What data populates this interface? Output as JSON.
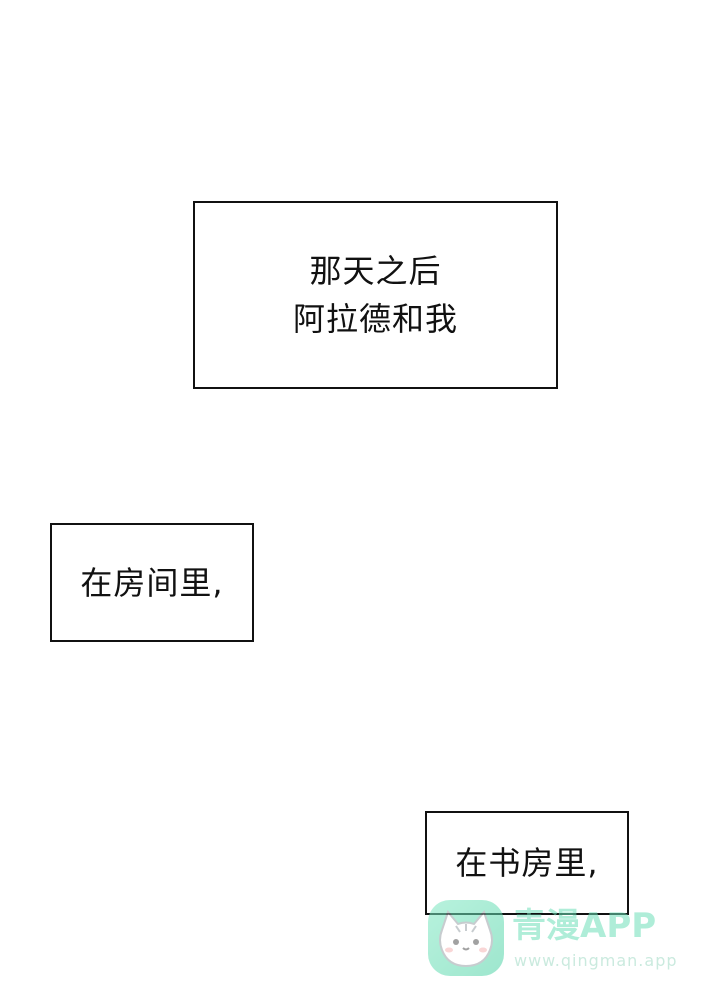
{
  "captions": [
    {
      "lines": [
        "那天之后",
        "阿拉德和我"
      ]
    },
    {
      "lines": [
        "在房间里,"
      ]
    },
    {
      "lines": [
        "在书房里,"
      ]
    }
  ],
  "watermark": {
    "title": "青漫APP",
    "url": "www.qingman.app",
    "icon": "cat-face-icon",
    "color": "#6ee0b9"
  }
}
